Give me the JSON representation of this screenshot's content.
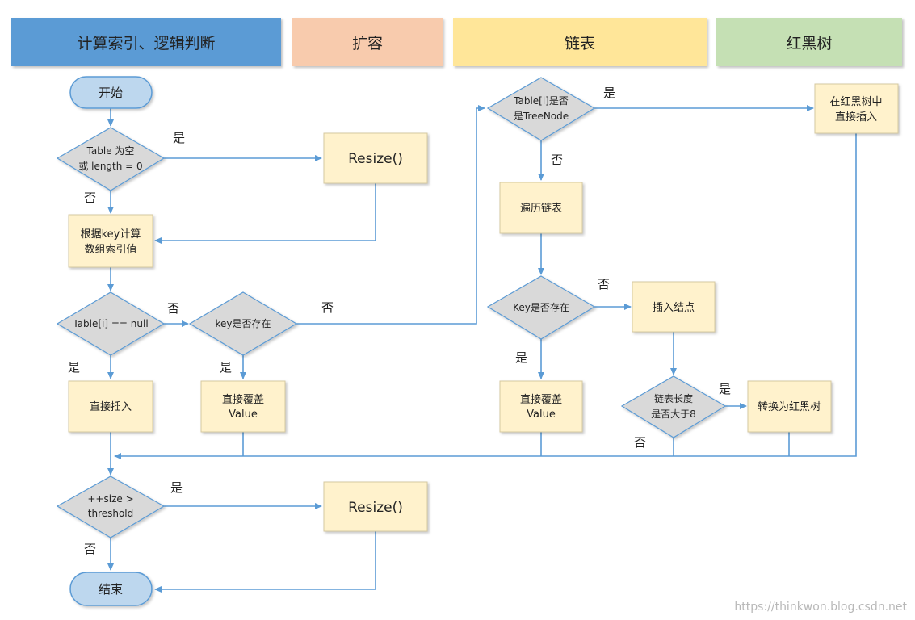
{
  "headers": {
    "logic": "计算索引、逻辑判断",
    "resize": "扩容",
    "linked_list": "链表",
    "red_black_tree": "红黑树"
  },
  "nodes": {
    "start": "开始",
    "check_empty": [
      "Table 为空",
      "或 length = 0"
    ],
    "resize_1": "Resize()",
    "compute_index": [
      "根据key计算",
      "数组索引值"
    ],
    "table_i_null": "Table[i] == null",
    "key_exists_1": "key是否存在",
    "insert_direct": "直接插入",
    "overwrite_1": [
      "直接覆盖",
      "Value"
    ],
    "is_tree_node": [
      "Table[i]是否",
      "是TreeNode"
    ],
    "tree_insert": [
      "在红黑树中",
      "直接插入"
    ],
    "traverse_list": "遍历链表",
    "key_exists_2": "Key是否存在",
    "insert_node": "插入结点",
    "overwrite_2": [
      "直接覆盖",
      "Value"
    ],
    "list_len_gt8": [
      "链表长度",
      "是否大于8"
    ],
    "to_tree": "转换为红黑树",
    "size_gt_threshold": [
      "++size >",
      "threshold"
    ],
    "resize_2": "Resize()",
    "end": "结束"
  },
  "edge_labels": {
    "yes": "是",
    "no": "否"
  },
  "watermark": "https://thinkwon.blog.csdn.net",
  "colors": {
    "header_logic": "#5b9bd5",
    "header_resize": "#f8cbad",
    "header_list": "#ffe699",
    "header_tree": "#c5e0b4",
    "terminal": "#bdd7ee",
    "process": "#fff2cc",
    "decision": "#d9d9d9",
    "arrow": "#5b9bd5"
  }
}
